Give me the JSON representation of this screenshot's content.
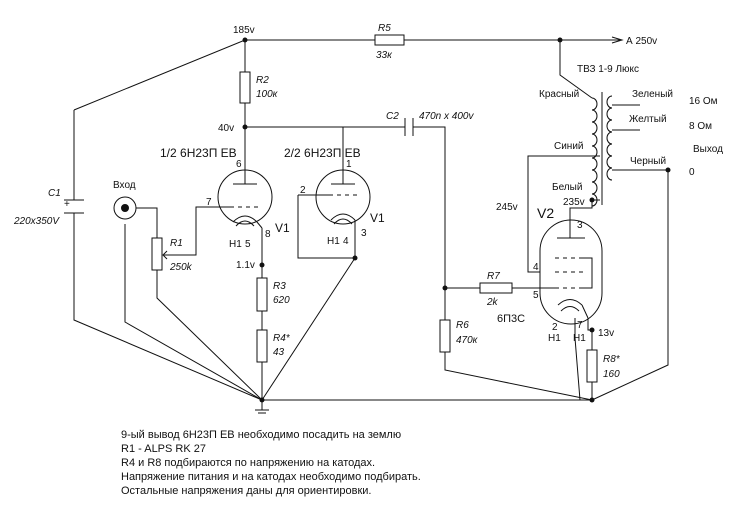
{
  "components": {
    "r1": {
      "ref": "R1",
      "value": "250k"
    },
    "r2": {
      "ref": "R2",
      "value": "100к"
    },
    "r3": {
      "ref": "R3",
      "value": "620"
    },
    "r4": {
      "ref": "R4*",
      "value": "43"
    },
    "r5": {
      "ref": "R5",
      "value": "33к"
    },
    "r6": {
      "ref": "R6",
      "value": "470к"
    },
    "r7": {
      "ref": "R7",
      "value": "2k"
    },
    "r8": {
      "ref": "R8*",
      "value": "160"
    },
    "c1": {
      "ref": "C1",
      "value": "220x350V",
      "polarity": "+"
    },
    "c2": {
      "ref": "C2",
      "value": "470n x 400v"
    },
    "v1a": {
      "name": "1/2 6Н23П ЕВ",
      "ref": "V1",
      "pins": {
        "anode": "6",
        "grid": "7",
        "cathode": "8",
        "h1": "Н1",
        "h1pin": "5"
      }
    },
    "v1b": {
      "name": "2/2 6Н23П ЕВ",
      "ref": "V1",
      "pins": {
        "anode": "1",
        "grid": "2",
        "cathode": "3",
        "h1": "Н1",
        "h1pin": "4"
      }
    },
    "v2": {
      "name": "6П3С",
      "ref": "V2",
      "pins": {
        "p3": "3",
        "p4": "4",
        "p5": "5",
        "p7": "7",
        "p2": "2",
        "h1a": "Н1",
        "h1b": "Н1"
      }
    },
    "input": {
      "label": "Вход"
    },
    "transformer": {
      "name": "ТВЗ 1-9 Люкс",
      "primary": [
        "Красный",
        "Синий",
        "Белый"
      ],
      "secondary": [
        "Зеленый",
        "Желтый",
        "Черный"
      ],
      "outputs": [
        "16 Ом",
        "8 Ом",
        "0"
      ],
      "out_label": "Выход"
    }
  },
  "voltages": {
    "supply": "А  250v",
    "v185": "185v",
    "v40": "40v",
    "v1_1": "1.1v",
    "v245": "245v",
    "v235": "235v",
    "v13": "13v"
  },
  "notes": [
    "9-ый вывод 6Н23П ЕВ необходимо посадить на землю",
    "R1 -  ALPS RK 27",
    "R4 и R8 подбираются по напряжению на катодах.",
    "Напряжение питания и на катодах необходимо подбирать.",
    "Остальные напряжения даны для ориентировки."
  ]
}
